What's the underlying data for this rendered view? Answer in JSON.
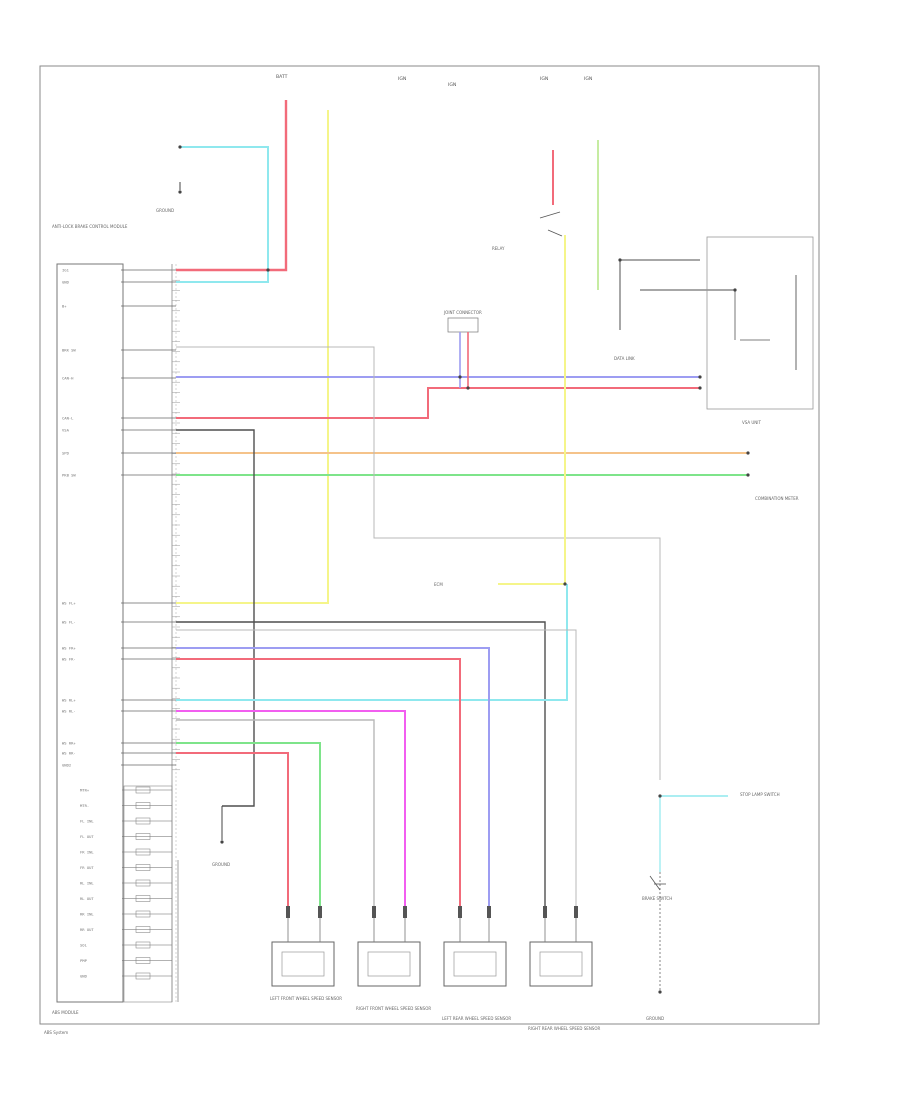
{
  "diagram": {
    "footer_label": "ABS System",
    "colors": {
      "red": "#f26b7a",
      "cyan": "#8fe8ee",
      "yellow": "#f5f58a",
      "blue": "#9d9df2",
      "green": "#7ee48a",
      "magenta": "#f25ef0",
      "orange": "#f5c38a",
      "gray": "#4f4f4f",
      "lightgray": "#b8b8b8"
    },
    "labels": {
      "fuse_top_left": "BATT",
      "fuse_top_center": "IGN",
      "fuse_top_center2": "IGN",
      "fuse_right1": "IGN",
      "fuse_right2": "IGN",
      "ground_top_left": "GROUND",
      "joint_connector": "JOINT CONNECTOR",
      "data_link": "DATA LINK",
      "ground_mid": "GROUND",
      "ground_bottom_right": "GROUND",
      "module_title": "ANTI-LOCK BRAKE CONTROL MODULE",
      "module_bottom": "ABS MODULE",
      "relay_label": "RELAY",
      "sensor_fl": "LEFT FRONT WHEEL SPEED SENSOR",
      "sensor_fr": "RIGHT FRONT WHEEL SPEED SENSOR",
      "sensor_rl": "LEFT REAR WHEEL SPEED SENSOR",
      "sensor_rr": "RIGHT REAR WHEEL SPEED SENSOR",
      "combination_meter": "COMBINATION METER",
      "brake_switch": "BRAKE SWITCH",
      "ecm": "ECM",
      "stop_lamp": "STOP LAMP SWITCH",
      "vsa_unit": "VSA UNIT"
    },
    "left_pins": [
      "IG1",
      "GND",
      "B+",
      "BRK SW",
      "CAN-H",
      "CAN-L",
      "VSA",
      "SPD",
      "PKB SW",
      "WS FL+",
      "WS FL-",
      "WS FR+",
      "WS FR-",
      "WS RL+",
      "WS RL-",
      "WS RR+",
      "WS RR-",
      "GND2"
    ],
    "ecu_pins": [
      "MTR+",
      "MTR-",
      "FL INL",
      "FL OUT",
      "FR INL",
      "FR OUT",
      "RL INL",
      "RL OUT",
      "RR INL",
      "RR OUT",
      "SOL",
      "PMP",
      "GND"
    ]
  }
}
